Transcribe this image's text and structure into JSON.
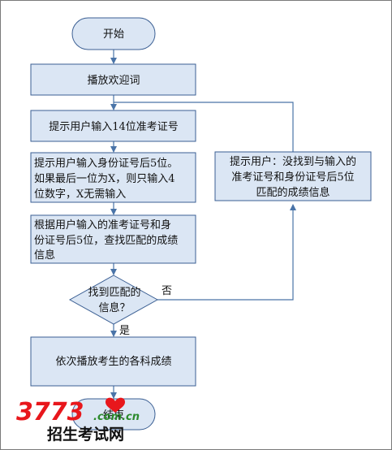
{
  "nodes": {
    "start": "开始",
    "welcome": "播放欢迎词",
    "prompt_id": "提示用户输入14位准考证号",
    "prompt_idcard": [
      "提示用户输入身份证号后5位。",
      "如果最后一位为X，则只输入4",
      "位数字，X无需输入"
    ],
    "search": [
      "根据用户输入的准考证号和身",
      "份证号后5位，查找匹配的成绩",
      "信息"
    ],
    "decision": [
      "找到匹配的",
      "信息？"
    ],
    "play_scores": "依次播放考生的各科成绩",
    "not_found": [
      "提示用户：没找到与输入的",
      "准考证号和身份证号后5位",
      "匹配的成绩信息"
    ],
    "end": "结束"
  },
  "edge_labels": {
    "no": "否",
    "yes": "是"
  },
  "watermark": {
    "number": "3773",
    "domain": ".com.cn",
    "slogan": "招生考试网"
  },
  "colors": {
    "fill": "#dbe6f4",
    "stroke": "#3b5f93",
    "edge": "#4a74a8",
    "watermark_red": "#e8171c"
  }
}
